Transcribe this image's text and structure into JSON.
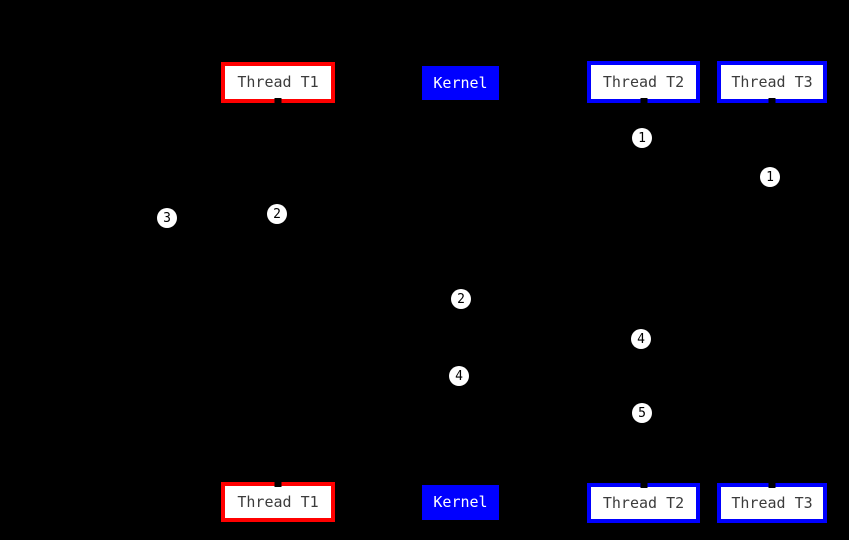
{
  "boxes": {
    "top_t1": "Thread T1",
    "top_kernel": "Kernel",
    "top_t2": "Thread T2",
    "top_t3": "Thread T3",
    "bottom_t1": "Thread T1",
    "bottom_kernel": "Kernel",
    "bottom_t2": "Thread T2",
    "bottom_t3": "Thread T3"
  },
  "steps": [
    "1",
    "1",
    "3",
    "2",
    "2",
    "4",
    "4",
    "5"
  ],
  "colors": {
    "background": "#000000",
    "thread_t1_border": "#ff0000",
    "thread_t2_border": "#0000ff",
    "thread_t3_border": "#0000ff",
    "kernel_fill": "#0000ff",
    "box_fill": "#ffffff",
    "box_label_text": "#3c3c3c",
    "kernel_label_text": "#ffffff",
    "step_circle_fill": "#ffffff",
    "step_circle_text": "#000000"
  }
}
